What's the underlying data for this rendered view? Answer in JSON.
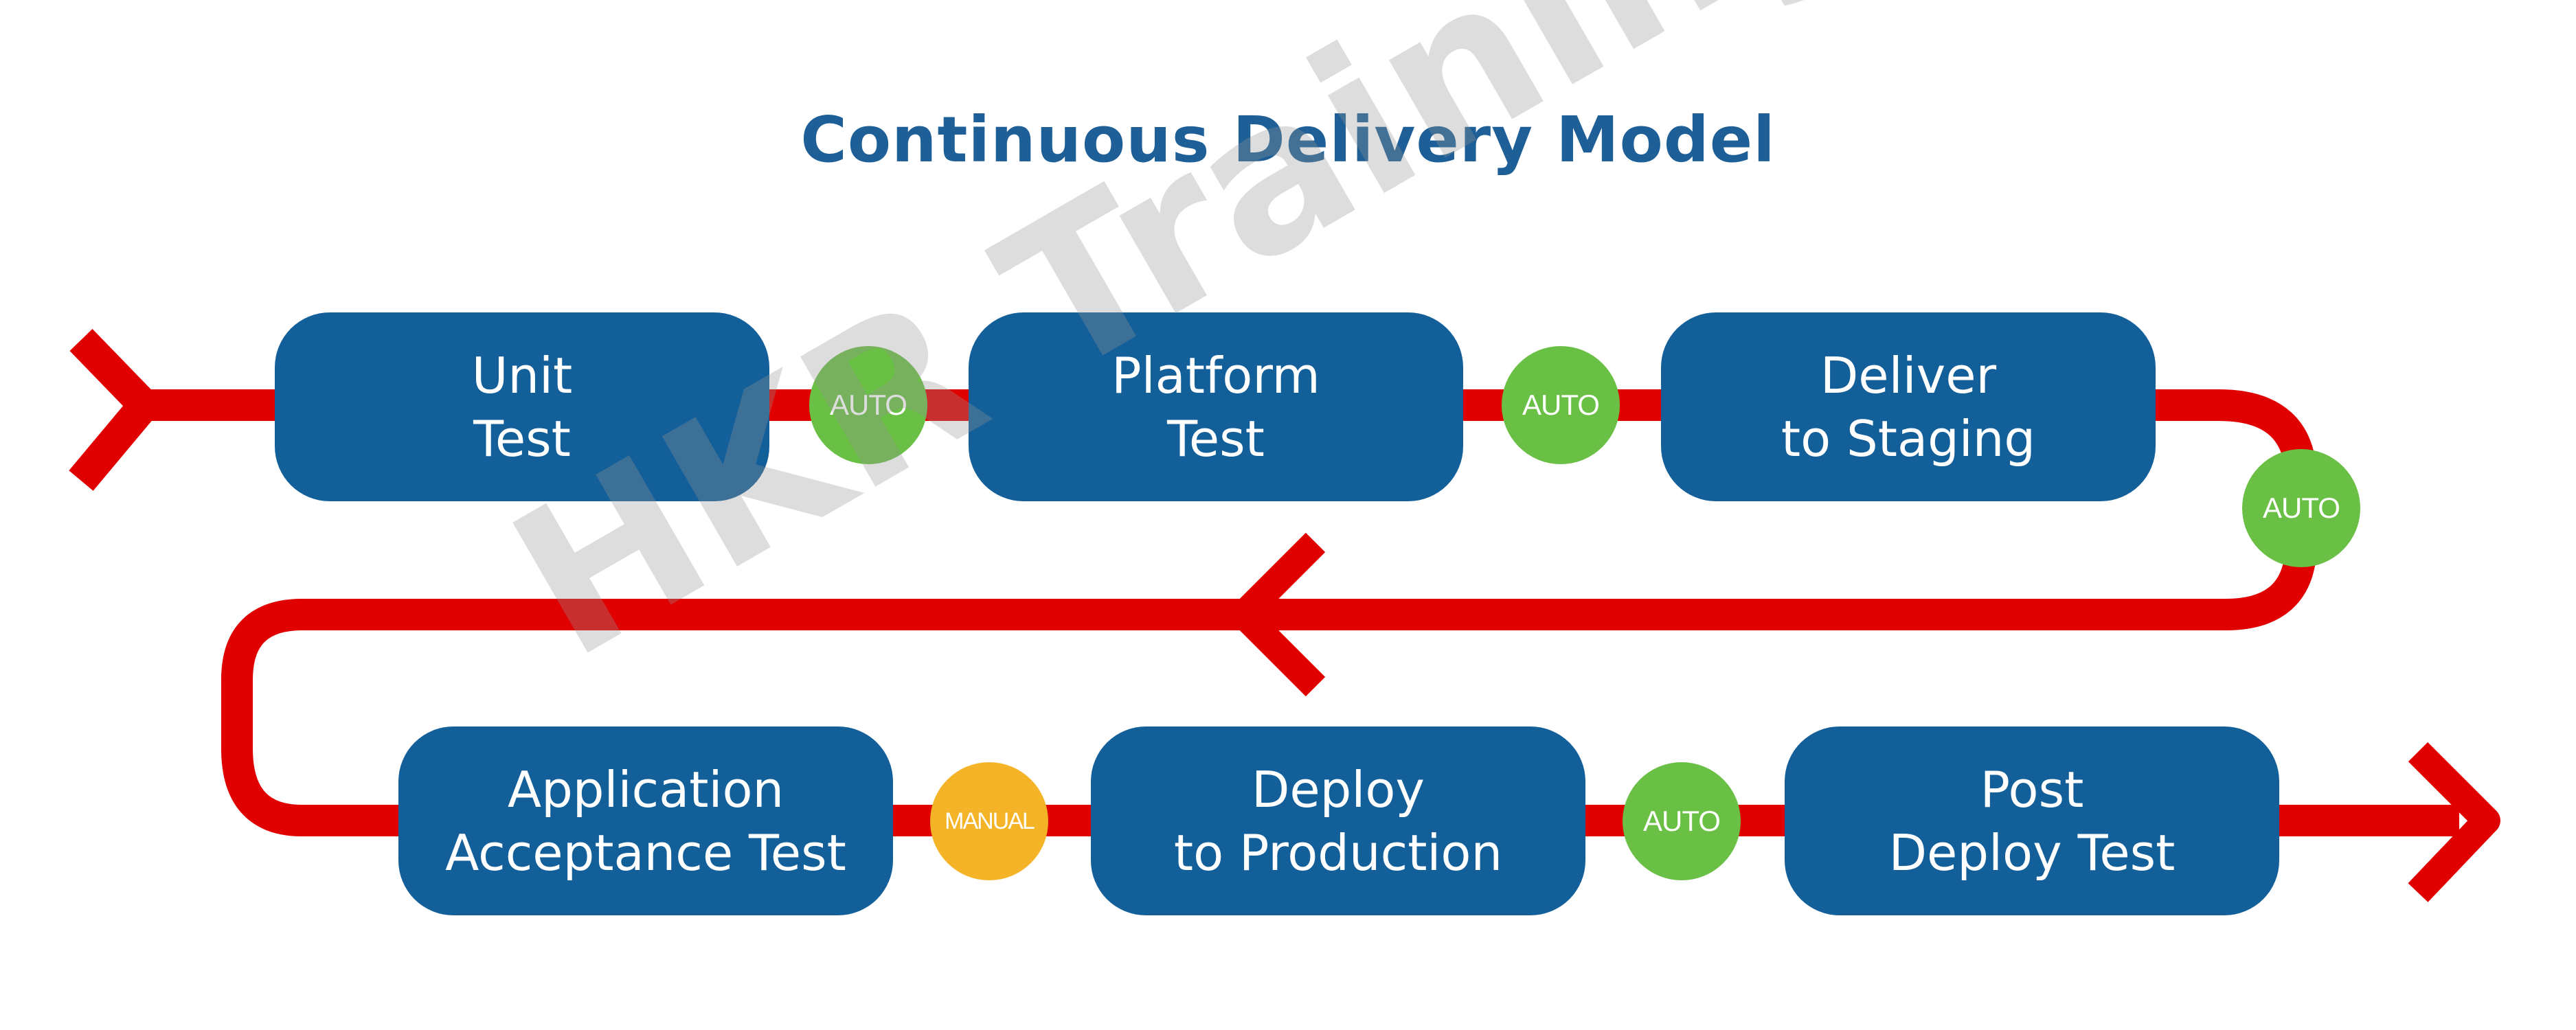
{
  "title": "Continuous Delivery Model",
  "watermark": "HKR Trainings",
  "colors": {
    "title": "#1d5f96",
    "step_box": "#135f99",
    "flow_line": "#e00000",
    "auto_gate": "#6abf45",
    "manual_gate": "#f5b427"
  },
  "steps": [
    {
      "line1": "Unit",
      "line2": "Test"
    },
    {
      "line1": "Platform",
      "line2": "Test"
    },
    {
      "line1": "Deliver",
      "line2": "to Staging"
    },
    {
      "line1": "Application",
      "line2": "Acceptance Test"
    },
    {
      "line1": "Deploy",
      "line2": "to Production"
    },
    {
      "line1": "Post",
      "line2": "Deploy Test"
    }
  ],
  "gates": [
    {
      "label": "AUTO",
      "type": "auto"
    },
    {
      "label": "AUTO",
      "type": "auto"
    },
    {
      "label": "AUTO",
      "type": "auto"
    },
    {
      "label": "MANUAL",
      "type": "manual"
    },
    {
      "label": "AUTO",
      "type": "auto"
    }
  ]
}
